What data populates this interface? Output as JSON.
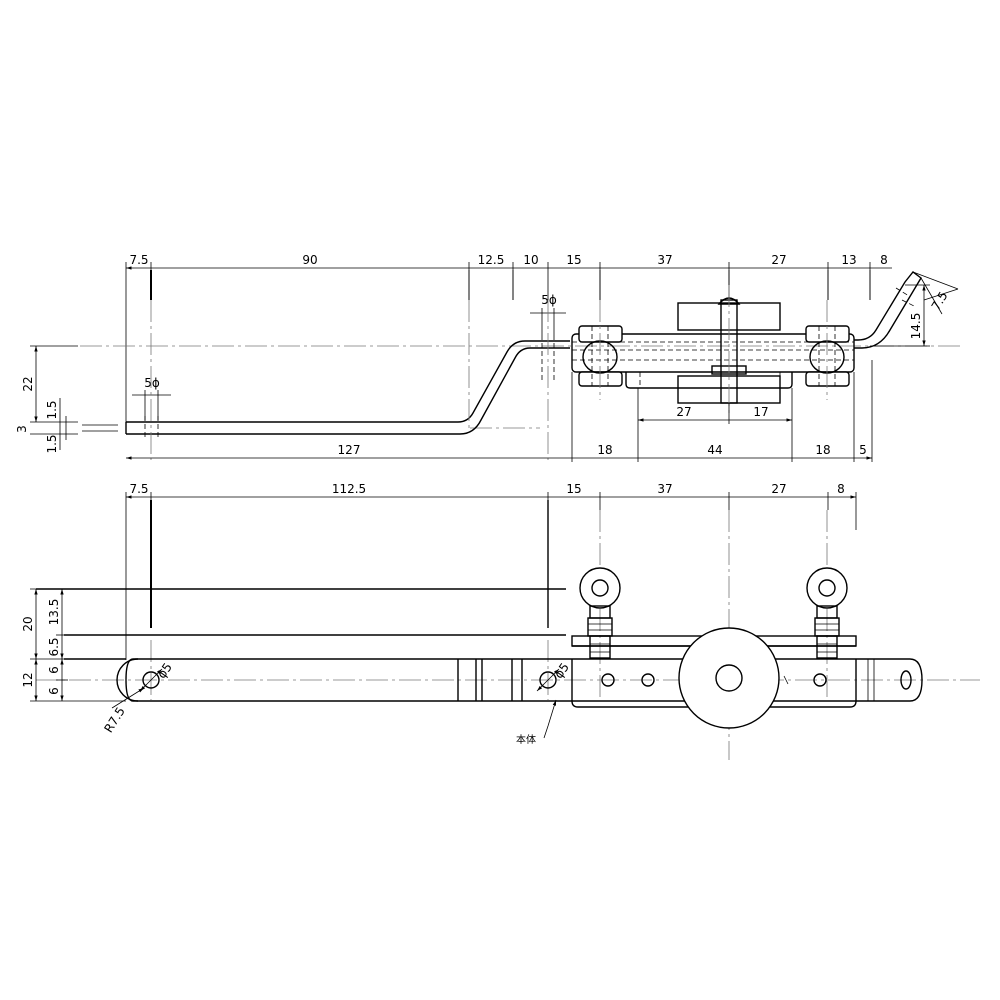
{
  "top_view": {
    "h_dims": {
      "d1": "7.5",
      "d2": "90",
      "d3": "12.5",
      "d4": "10",
      "d5": "15",
      "d6": "37",
      "d7": "27",
      "d8": "13",
      "d9": "8"
    },
    "bottom_dims": {
      "b1": "127",
      "b2": "18",
      "b3": "44",
      "b4": "18",
      "b5": "5",
      "b6": "27",
      "b7": "17"
    },
    "v_dims": {
      "v1": "22",
      "v2": "1.5",
      "v3": "3",
      "v4": "1.5",
      "v5": "14.5",
      "v6": "7.5"
    },
    "hole_labels": {
      "h1": "5ϕ",
      "h2": "5ϕ"
    }
  },
  "plan_view": {
    "h_dims": {
      "d1": "7.5",
      "d2": "112.5",
      "d3": "15",
      "d4": "37",
      "d5": "27",
      "d6": "8"
    },
    "v_dims": {
      "v1": "20",
      "v2": "13.5",
      "v3": "6.5",
      "v4": "12",
      "v5": "6",
      "v6": "6"
    },
    "hole_labels": {
      "h1": "ϕ5",
      "h2": "ϕ5"
    },
    "radius_label": "R7.5",
    "body_label": "本体"
  }
}
